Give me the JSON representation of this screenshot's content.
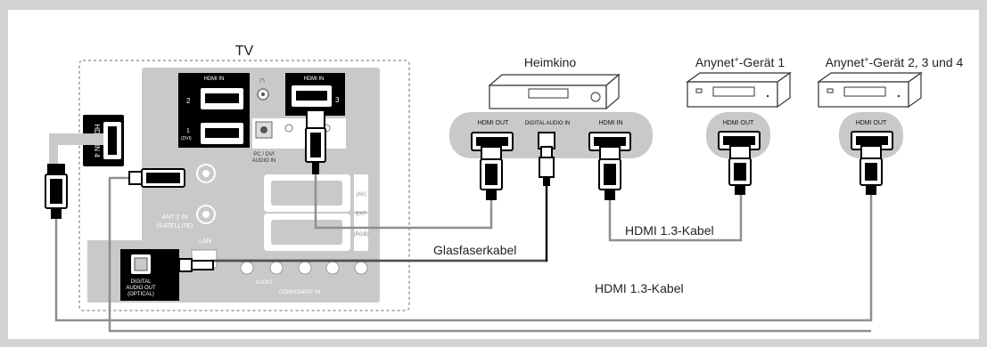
{
  "tv": {
    "label": "TV",
    "ports": {
      "hdmi_in": "HDMI IN",
      "hdmi_in_4": "HDMI IN 4",
      "num_2": "2",
      "num_1": "1",
      "dvi": "(DVI)",
      "num_3": "3",
      "pc_dvi_audio_in": "PC / DVI",
      "audio_in": "AUDIO IN",
      "ant2_in": "ANT 2 IN",
      "satellite": "(SATELLITE)",
      "lan": "LAN",
      "digital_audio_out_1": "DIGITAL",
      "digital_audio_out_2": "AUDIO OUT",
      "digital_audio_out_3": "(OPTICAL)",
      "av": "(AV)",
      "ext": "EXT",
      "rgb": "(RGB)",
      "audio": "AUDIO",
      "component_in": "COMPONENT IN"
    }
  },
  "devices": {
    "heimkino": {
      "label": "Heimkino",
      "hdmi_out": "HDMI OUT",
      "digital_audio_in": "DIGITAL AUDIO IN",
      "hdmi_in": "HDMI IN"
    },
    "anynet1": {
      "label_pre": "Anynet",
      "label_sup": "+",
      "label_post": "-Gerät 1",
      "hdmi_out": "HDMI OUT"
    },
    "anynet234": {
      "label_pre": "Anynet",
      "label_sup": "+",
      "label_post": "-Gerät 2, 3 und 4",
      "hdmi_out": "HDMI OUT"
    }
  },
  "cables": {
    "glasfaser": "Glasfaserkabel",
    "hdmi_13_upper": "HDMI 1.3-Kabel",
    "hdmi_13_lower": "HDMI 1.3-Kabel"
  },
  "colors": {
    "background": "#d3d3d3",
    "panel": "#c9c9c9",
    "cable": "#8f8f8f",
    "optical": "#111111"
  }
}
